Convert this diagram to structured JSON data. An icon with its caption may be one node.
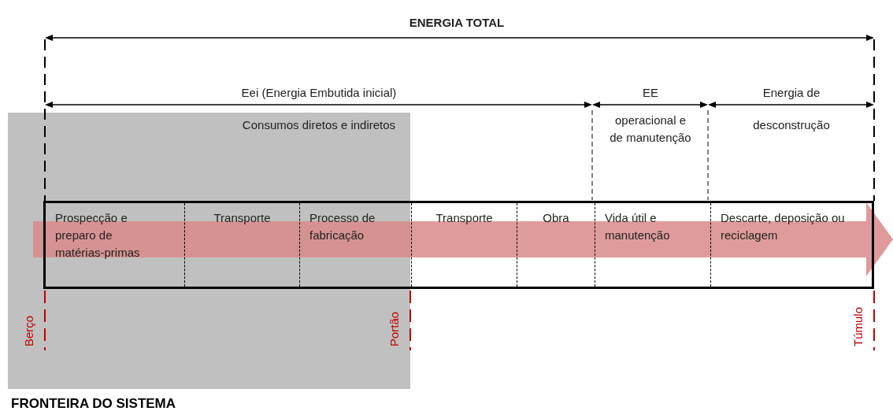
{
  "diagram": {
    "nodes": [
      {
        "text": [
          "FRONTEIRA DO SISTEMA"
        ]
      },
      {
        "text": [],
        "shape": "box"
      },
      {
        "text": [
          "Prospecção e preparo de matérias-primas"
        ]
      },
      {
        "text": [
          "Transporte"
        ]
      },
      {
        "text": [
          "Processo de fabricação"
        ]
      },
      {
        "text": [
          "Transporte"
        ],
        "in": 1
      },
      {
        "text": [
          "Obra"
        ],
        "in": 1
      },
      {
        "text": [
          "Vida útil e manutenção"
        ],
        "in": 1
      },
      {
        "text": [
          "Descarte, deposição ou reciclagem"
        ],
        "in": 1
      }
    ],
    "edges": [],
    "labels": [
      "ENERGIA TOTAL",
      "Eei (Energia Embutida inicial)",
      "EE",
      "Energia de",
      "Consumos diretos e indiretos",
      "operacional e de manutenção",
      "desconstrução",
      "Berço",
      "Portão",
      "Túmulo"
    ]
  }
}
